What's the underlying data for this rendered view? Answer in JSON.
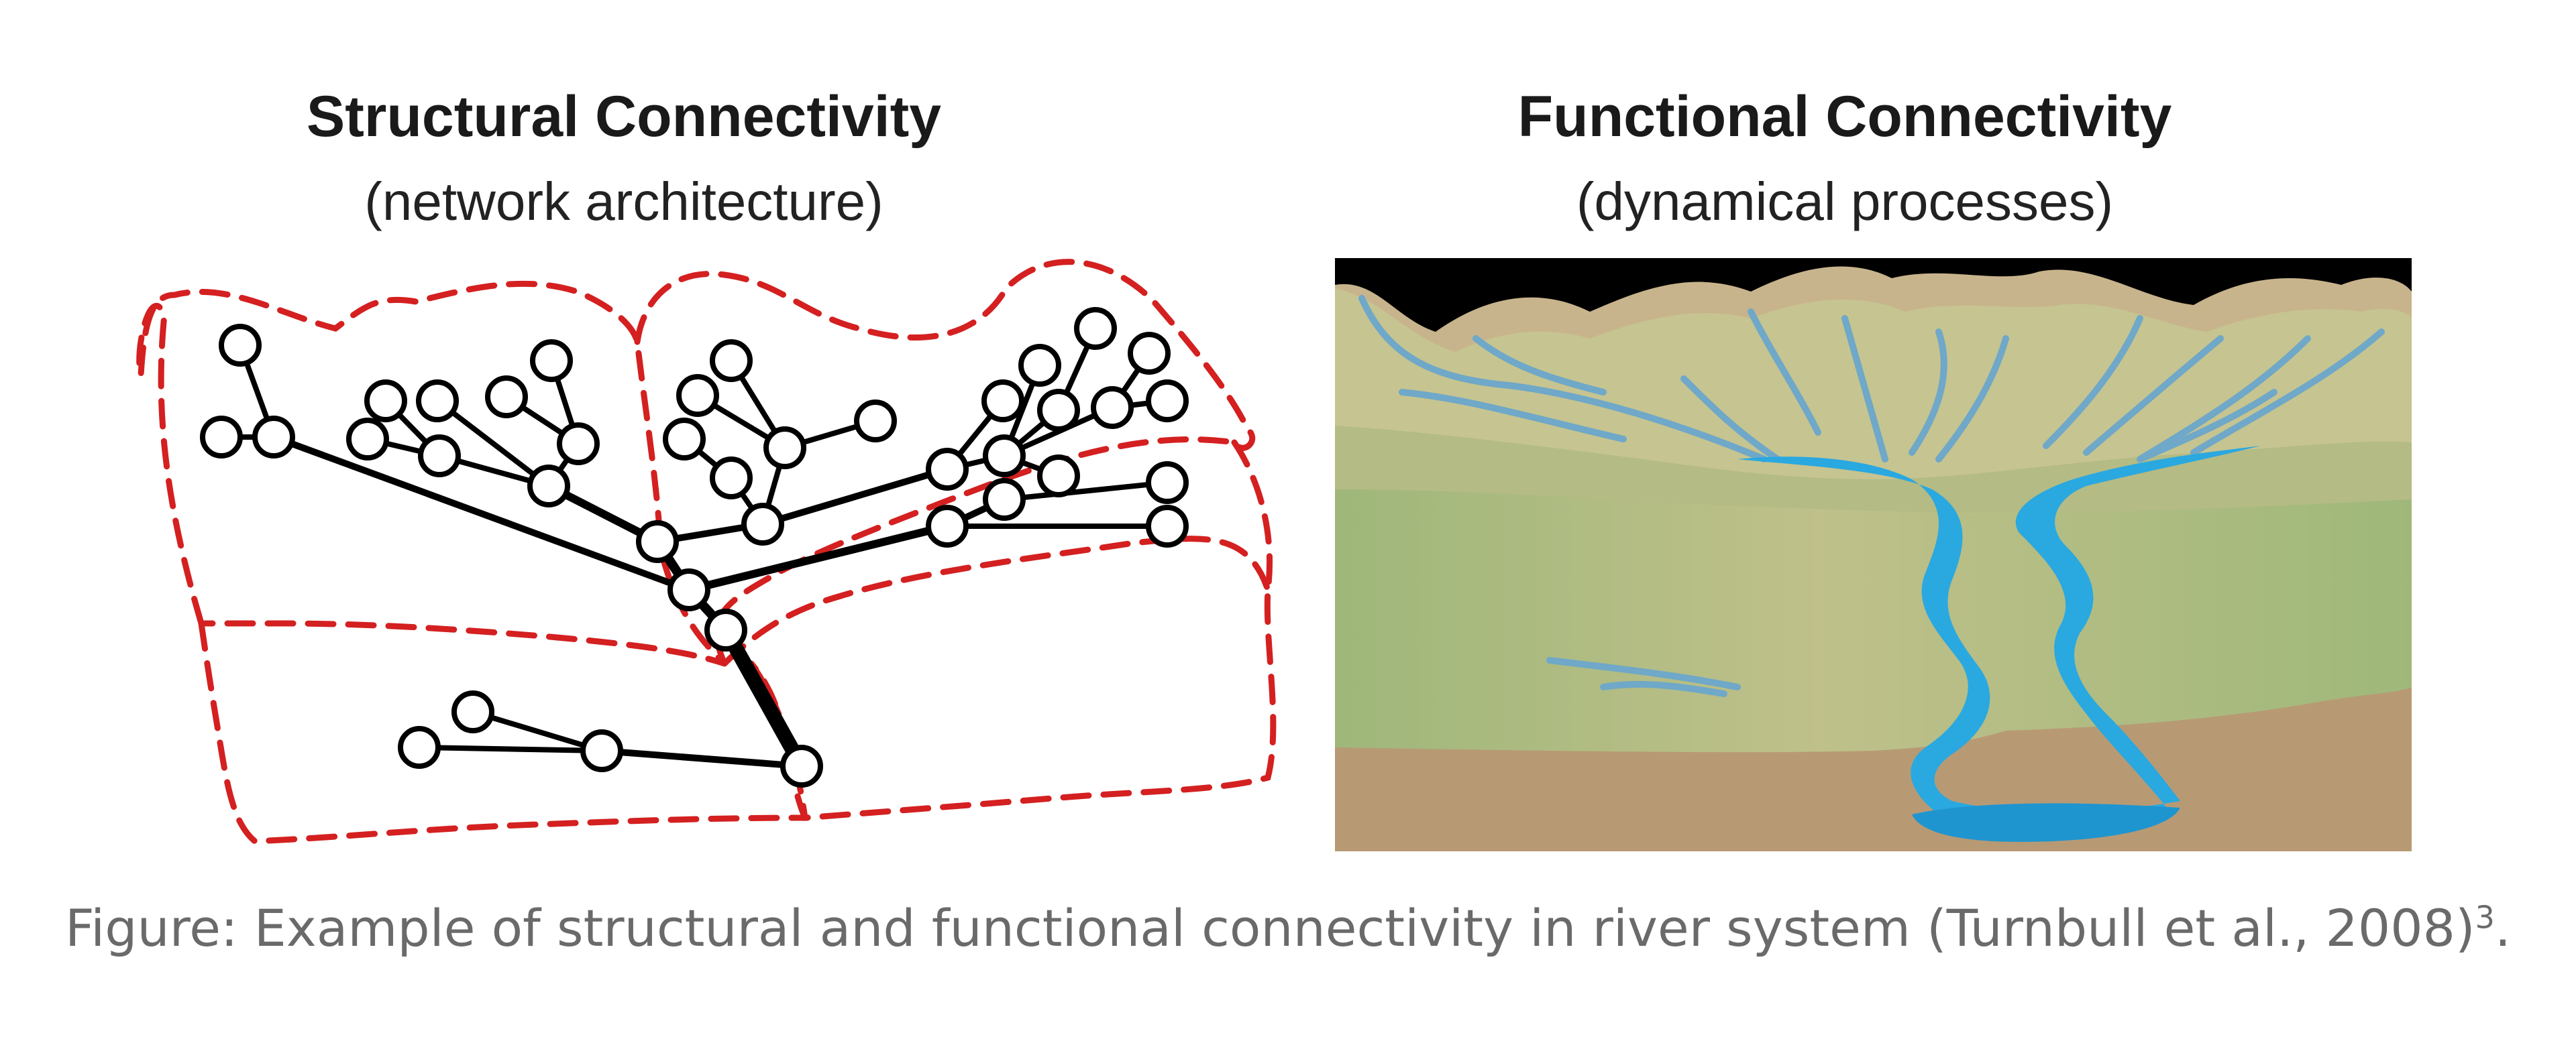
{
  "left_panel": {
    "title": "Structural Connectivity",
    "subtitle": "(network architecture)",
    "boundary_color": "#d42020",
    "edge_color": "#000000",
    "node_fill": "#ffffff"
  },
  "right_panel": {
    "title": "Functional Connectivity",
    "subtitle": "(dynamical processes)",
    "sky_color": "#000000",
    "water_color": "#2aa8e0",
    "hill_color": "#c9c690",
    "valley_color": "#a8b87a",
    "soil_color": "#b89c78"
  },
  "caption": {
    "text": "Figure: Example of structural and functional connectivity in river system (Turnbull et al., 2008)",
    "superscript": "3",
    "end": "."
  }
}
